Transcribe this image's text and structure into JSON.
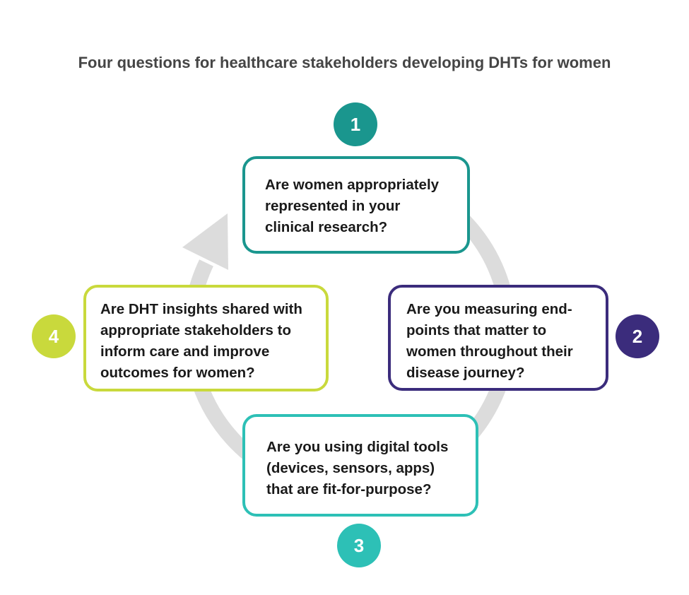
{
  "title": "Four questions for healthcare stakeholders developing DHTs for women",
  "colors": {
    "q1": "#1a968e",
    "q2": "#3b2c7c",
    "q3": "#2dc0b6",
    "q4": "#c9d93c",
    "ring": "#dcdcdc"
  },
  "questions": [
    {
      "number": "1",
      "lines": [
        "Are women appropriately",
        "represented in your",
        "clinical research?"
      ]
    },
    {
      "number": "2",
      "lines": [
        "Are you measuring end-",
        "points that matter to",
        "women throughout their",
        "disease journey?"
      ]
    },
    {
      "number": "3",
      "lines": [
        "Are you using digital tools",
        "(devices, sensors, apps)",
        "that are fit-for-purpose?"
      ]
    },
    {
      "number": "4",
      "lines": [
        "Are DHT insights shared with",
        "appropriate stakeholders to",
        "inform care and improve",
        "outcomes for women?"
      ]
    }
  ]
}
